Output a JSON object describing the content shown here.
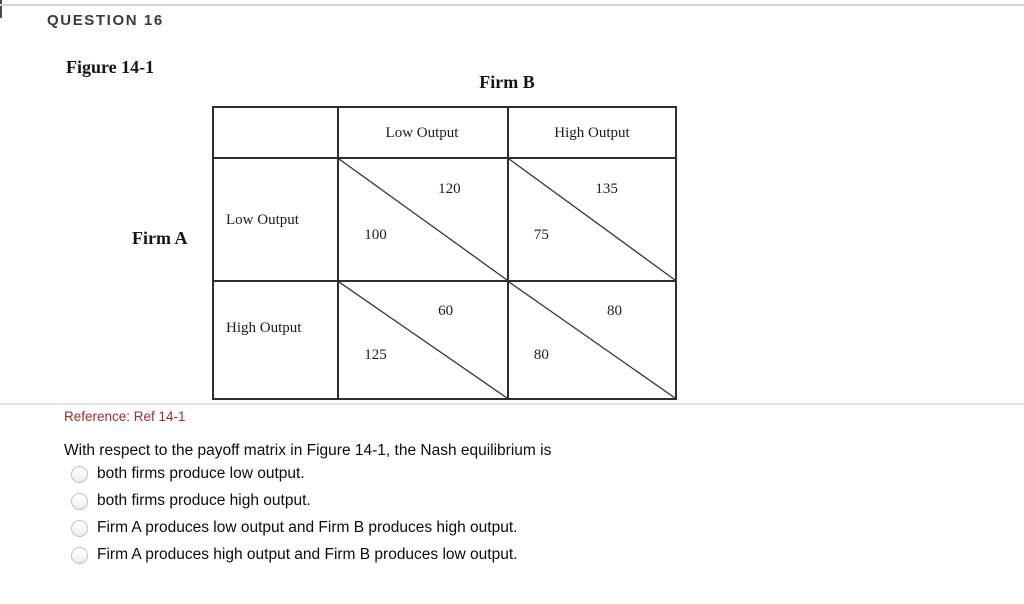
{
  "page": {
    "question_header": "QUESTION 16",
    "reference": "Reference: Ref 14-1",
    "question_text": "With respect to the payoff matrix in Figure 14-1, the Nash equilibrium is",
    "options": [
      "both firms produce low output.",
      "both firms produce high output.",
      "Firm A produces low output and Firm B produces high output.",
      "Firm A produces high output and Firm B produces low output."
    ],
    "reference_color": "#aa2a23"
  },
  "figure": {
    "title": "Figure 14-1",
    "firm_b": "Firm B",
    "firm_a": "Firm A",
    "col_headers": [
      "Low Output",
      "High Output"
    ],
    "row_headers": [
      "Low Output",
      "High Output"
    ],
    "cells": {
      "low_low": {
        "firm_b": "120",
        "firm_a": "100"
      },
      "low_high": {
        "firm_b": "135",
        "firm_a": "75"
      },
      "high_low": {
        "firm_b": "60",
        "firm_a": "125"
      },
      "high_high": {
        "firm_b": "80",
        "firm_a": "80"
      }
    }
  }
}
